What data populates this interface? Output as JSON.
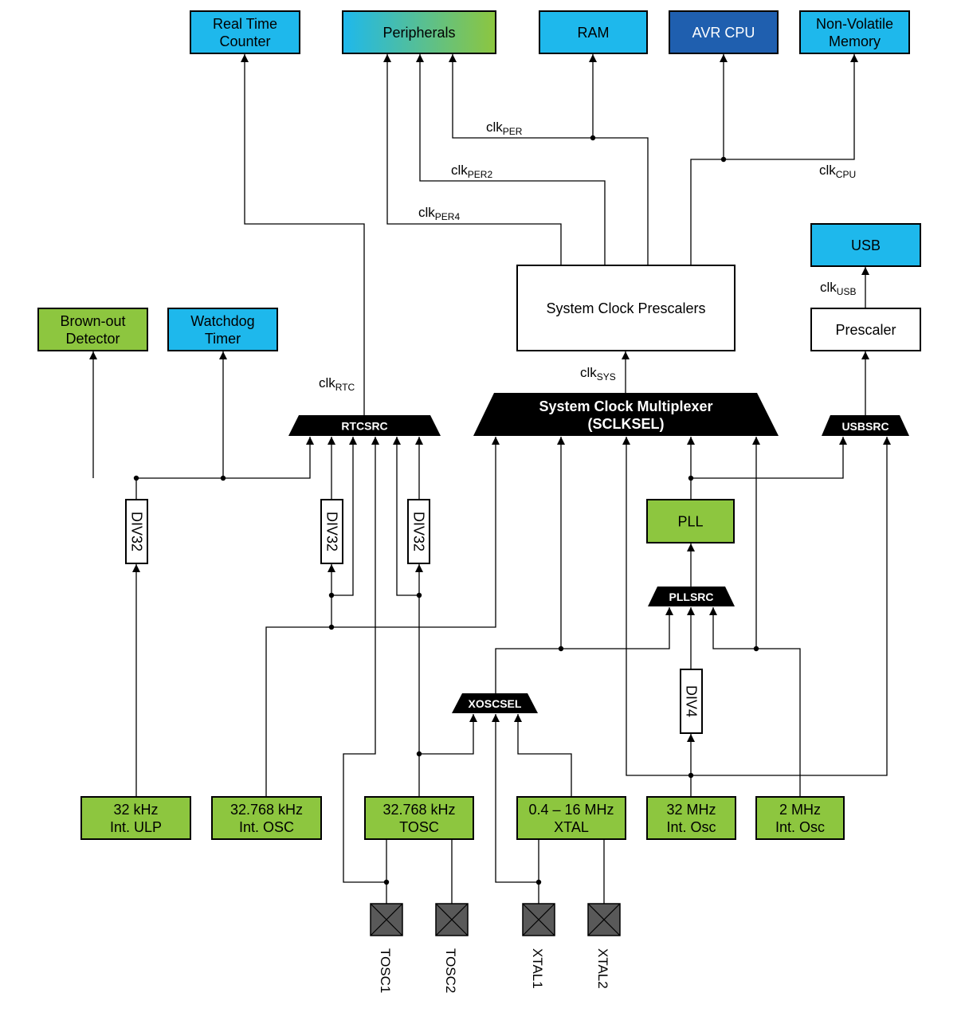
{
  "colors": {
    "cyan": "#1EB8EC",
    "dark_blue": "#1F5FAF",
    "green": "#8DC63F",
    "peripherals_gradient": [
      "#1EB8EC",
      "#8DC63F"
    ],
    "black": "#000000",
    "pad_gray": "#595959"
  },
  "blocks": {
    "rtc": [
      "Real Time",
      "Counter"
    ],
    "peripherals": [
      "Peripherals"
    ],
    "ram": [
      "RAM"
    ],
    "avr_cpu": [
      "AVR CPU"
    ],
    "nvm": [
      "Non-Volatile",
      "Memory"
    ],
    "usb": [
      "USB"
    ],
    "prescalers": [
      "System Clock Prescalers"
    ],
    "usb_prescaler": [
      "Prescaler"
    ],
    "bod": [
      "Brown-out",
      "Detector"
    ],
    "wdt": [
      "Watchdog",
      "Timer"
    ],
    "pll": [
      "PLL"
    ],
    "osc_ulp": [
      "32 kHz",
      "Int. ULP"
    ],
    "osc_32k": [
      "32.768 kHz",
      "Int. OSC"
    ],
    "osc_tosc": [
      "32.768 kHz",
      "TOSC"
    ],
    "osc_xtal": [
      "0.4 – 16 MHz",
      "XTAL"
    ],
    "osc_32m": [
      "32 MHz",
      "Int. Osc"
    ],
    "osc_2m": [
      "2 MHz",
      "Int. Osc"
    ]
  },
  "muxes": {
    "rtcsrc": [
      "RTCSRC"
    ],
    "sclksel": [
      "System Clock Multiplexer",
      "(SCLKSEL)"
    ],
    "usbsrc": [
      "USBSRC"
    ],
    "pllsrc": [
      "PLLSRC"
    ],
    "xoscsel": [
      "XOSCSEL"
    ]
  },
  "dividers": {
    "div32_a": "DIV32",
    "div32_b": "DIV32",
    "div32_c": "DIV32",
    "div4": "DIV4"
  },
  "clocks": {
    "per": {
      "base": "clk",
      "sub": "PER"
    },
    "per2": {
      "base": "clk",
      "sub": "PER2"
    },
    "per4": {
      "base": "clk",
      "sub": "PER4"
    },
    "cpu": {
      "base": "clk",
      "sub": "CPU"
    },
    "usb": {
      "base": "clk",
      "sub": "USB"
    },
    "sys": {
      "base": "clk",
      "sub": "SYS"
    },
    "rtc": {
      "base": "clk",
      "sub": "RTC"
    }
  },
  "pins": {
    "tosc1": "TOSC1",
    "tosc2": "TOSC2",
    "xtal1": "XTAL1",
    "xtal2": "XTAL2"
  }
}
